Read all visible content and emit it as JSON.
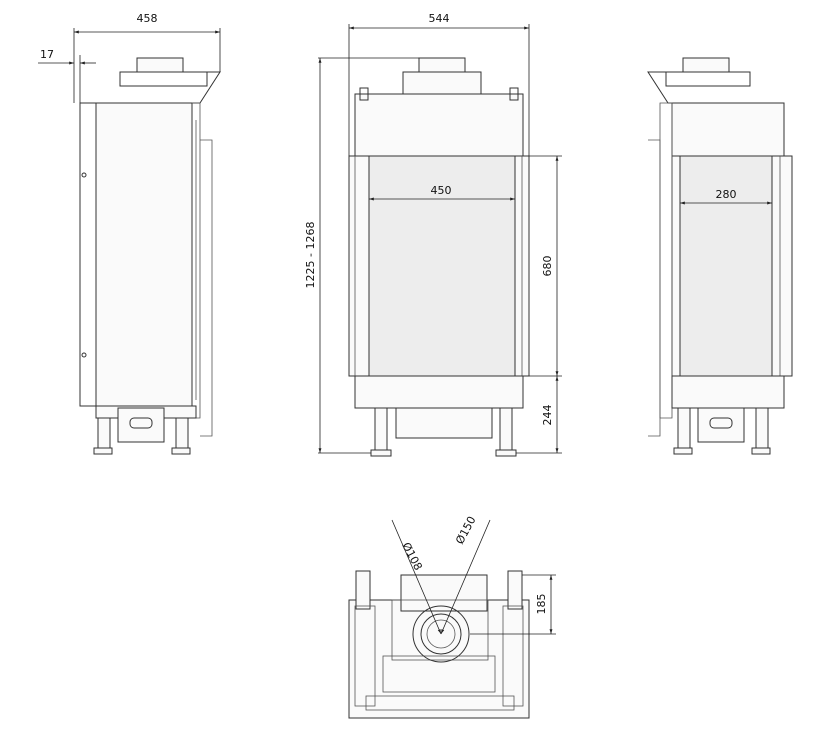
{
  "dimensions": {
    "side_depth": "458",
    "side_offset": "17",
    "front_width": "544",
    "front_height": "1225 - 1268",
    "glass_width": "450",
    "glass_height": "680",
    "base_height": "244",
    "back_glass_width": "280",
    "flue_inner": "Ø108",
    "flue_outer": "Ø150",
    "flue_offset": "185"
  },
  "colors": {
    "stroke": "#333333",
    "glass": "#ededed"
  }
}
